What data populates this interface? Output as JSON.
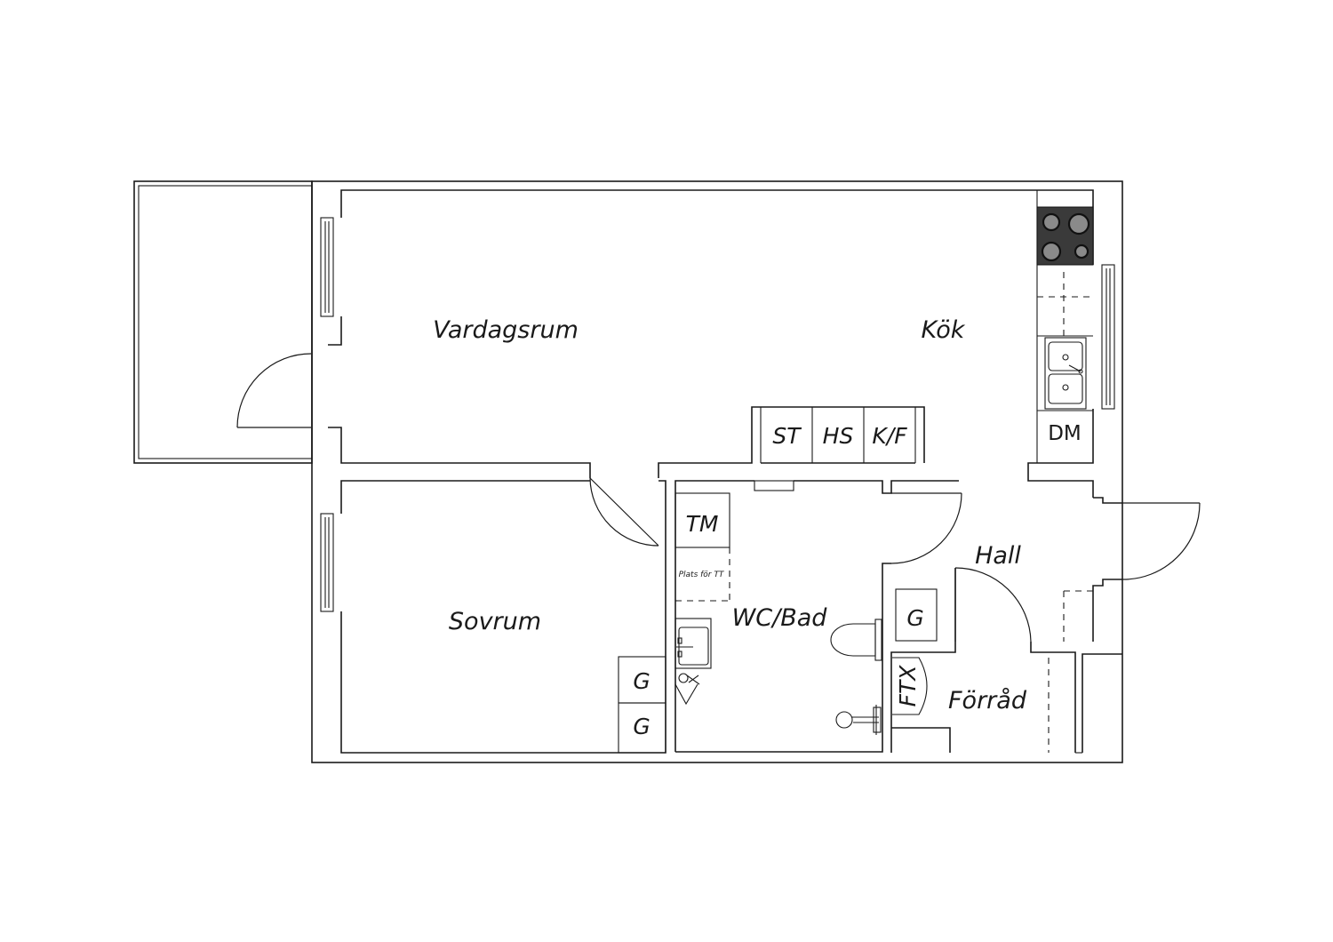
{
  "rooms": {
    "vardagsrum": "Vardagsrum",
    "kok": "Kök",
    "sovrum": "Sovrum",
    "wc_bad": "WC/Bad",
    "hall": "Hall",
    "forrad": "Förråd"
  },
  "fixtures": {
    "st": "ST",
    "hs": "HS",
    "kf": "K/F",
    "dm": "DM",
    "tm": "TM",
    "plats_tt": "Plats för TT",
    "g_bath_closet": "G",
    "g_bedroom_upper": "G",
    "g_bedroom_lower": "G",
    "ftx": "FTX"
  },
  "icons": {
    "stove": "stove-icon",
    "sink": "sink-icon",
    "toilet": "toilet-icon",
    "washbasin": "washbasin-icon",
    "shower": "shower-icon"
  },
  "colors": {
    "line": "#1a1a1a",
    "stove_plate": "#3a3a3a",
    "burner": "#8a8a8a",
    "background": "#ffffff"
  }
}
